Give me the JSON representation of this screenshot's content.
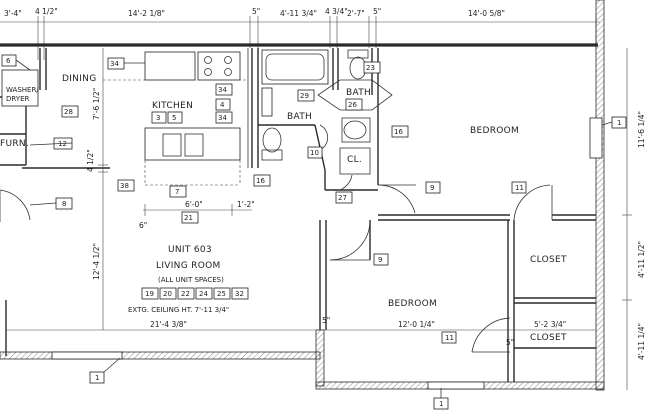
{
  "unit": {
    "title": "UNIT 603",
    "room": "LIVING ROOM",
    "subtitle": "(ALL UNIT SPACES)",
    "ceiling_note": "EXTG. CEILING HT. 7'-11 3/4\"",
    "tags": [
      "19",
      "20",
      "22",
      "24",
      "25",
      "32"
    ]
  },
  "rooms": {
    "dining": "DINING",
    "kitchen": "KITCHEN",
    "washer_dryer_1": "WASHER/",
    "washer_dryer_2": "DRYER",
    "furn": "FURN.",
    "bath_left": "BATH",
    "bath_right": "BATH",
    "closet_small": "CL.",
    "bedroom_top": "BEDROOM",
    "bedroom_bottom": "BEDROOM",
    "closet_top": "CLOSET",
    "closet_bottom": "CLOSET"
  },
  "dimensions": {
    "top_1": "3'-4\"",
    "top_2": "4 1/2\"",
    "top_3": "14'-2 1/8\"",
    "top_4": "5\"",
    "top_5": "4'-11 3/4\"",
    "top_6": "4 3/4\"",
    "top_7": "2'-7\"",
    "top_8": "5\"",
    "top_9": "14'-0 5/8\"",
    "left_1": "7'-6 1/2\"",
    "left_2": "4 1/2\"",
    "left_3": "12'-4 1/2\"",
    "right_1": "11'-6 1/4\"",
    "right_2": "4'-11 1/2\"",
    "right_3": "4'-11 1/4\"",
    "kitchen_w": "6'-0\"",
    "kitchen_gap": "1'-2\"",
    "kitchen_6": "6\"",
    "living_w": "21'-4 3/8\"",
    "bed_w": "12'-0 1/4\"",
    "closet_w": "5'-2 3/4\"",
    "mid_5": "5\"",
    "bed_5": "5\""
  },
  "tags": {
    "t6": "6",
    "t28": "28",
    "t12": "12",
    "t8": "8",
    "t34a": "34",
    "t34b": "34",
    "t34c": "34",
    "t3": "3",
    "t5": "5",
    "t4": "4",
    "t38": "38",
    "t7": "7",
    "t21": "21",
    "t16a": "16",
    "t10": "10",
    "t29": "29",
    "t26": "26",
    "t23": "23",
    "t16b": "16",
    "t27": "27",
    "t9a": "9",
    "t9b": "9",
    "t11a": "11",
    "t11b": "11",
    "t1a": "1",
    "t1b": "1",
    "t1c": "1"
  }
}
